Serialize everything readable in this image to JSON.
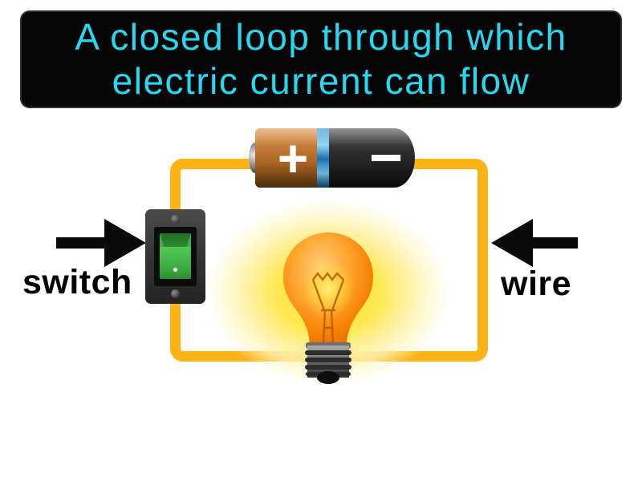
{
  "title": {
    "line1": "A closed loop through which",
    "line2": "electric current can flow",
    "text_color": "#28D8F1",
    "background_color": "#050505"
  },
  "diagram": {
    "labels": {
      "switch": "switch",
      "wire": "wire"
    },
    "battery": {
      "positive_symbol": "+",
      "negative_symbol": "−"
    },
    "colors": {
      "wire": "#FCB316",
      "glow_yellow": "#FFE84D",
      "switch_rocker_green": "#3FAE44",
      "battery_copper": "#C07733",
      "battery_blue_band": "#2A8FD0",
      "battery_black": "#1C1C1C",
      "bulb_glass_orange": "#F57E00",
      "arrow_black": "#0A0A0A"
    }
  }
}
